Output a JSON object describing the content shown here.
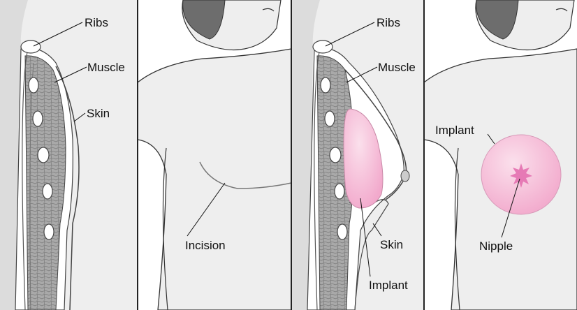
{
  "panels": [
    {
      "labels": {
        "ribs": "Ribs",
        "muscle": "Muscle",
        "skin": "Skin"
      }
    },
    {
      "labels": {
        "incision": "Incision"
      }
    },
    {
      "labels": {
        "ribs": "Ribs",
        "muscle": "Muscle",
        "skin": "Skin",
        "implant": "Implant"
      }
    },
    {
      "labels": {
        "implant": "Implant",
        "nipple": "Nipple"
      }
    }
  ],
  "colors": {
    "background": "#ffffff",
    "skin": "#eeeeee",
    "outline": "#333333",
    "hair": "#6d6d6d",
    "muscle": "#a9a9a9",
    "rib": "#ffffff",
    "implant": "#f4b9d4",
    "nipple": "#e67ab5"
  }
}
